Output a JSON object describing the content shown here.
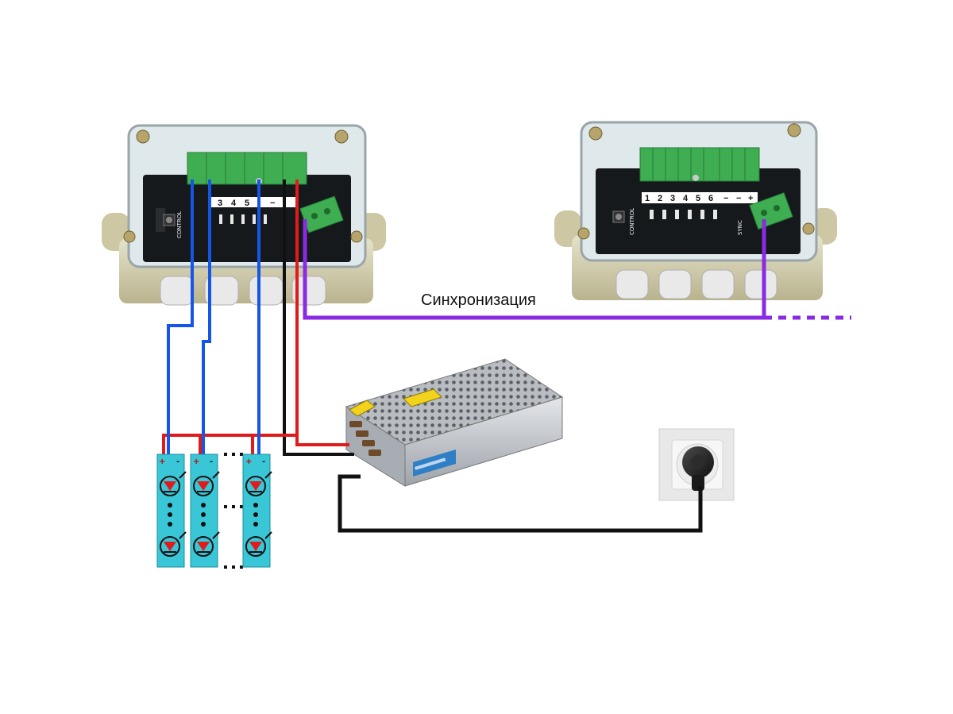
{
  "labels": {
    "sync": "Синхронизация",
    "control": "CONTROL",
    "sync_port": "SYNC",
    "strip_plus": "+",
    "strip_minus": "-"
  },
  "controller_left": {
    "terminals_visible": [
      "3",
      "4",
      "5",
      "−"
    ]
  },
  "controller_right": {
    "terminals_visible": [
      "1",
      "2",
      "3",
      "4",
      "5",
      "6",
      "−",
      "−",
      "+"
    ]
  },
  "colors": {
    "wire_positive": "#e01b1b",
    "wire_channel": "#1556e6",
    "wire_ground": "#111111",
    "wire_sync": "#8a2be2",
    "led_strip": "#39c6d6",
    "terminal_block": "#3fae52",
    "enclosure": "#cfcaa6"
  },
  "icons": [
    "led-diode-icon",
    "power-supply-icon",
    "wall-socket-icon",
    "plug-icon"
  ]
}
